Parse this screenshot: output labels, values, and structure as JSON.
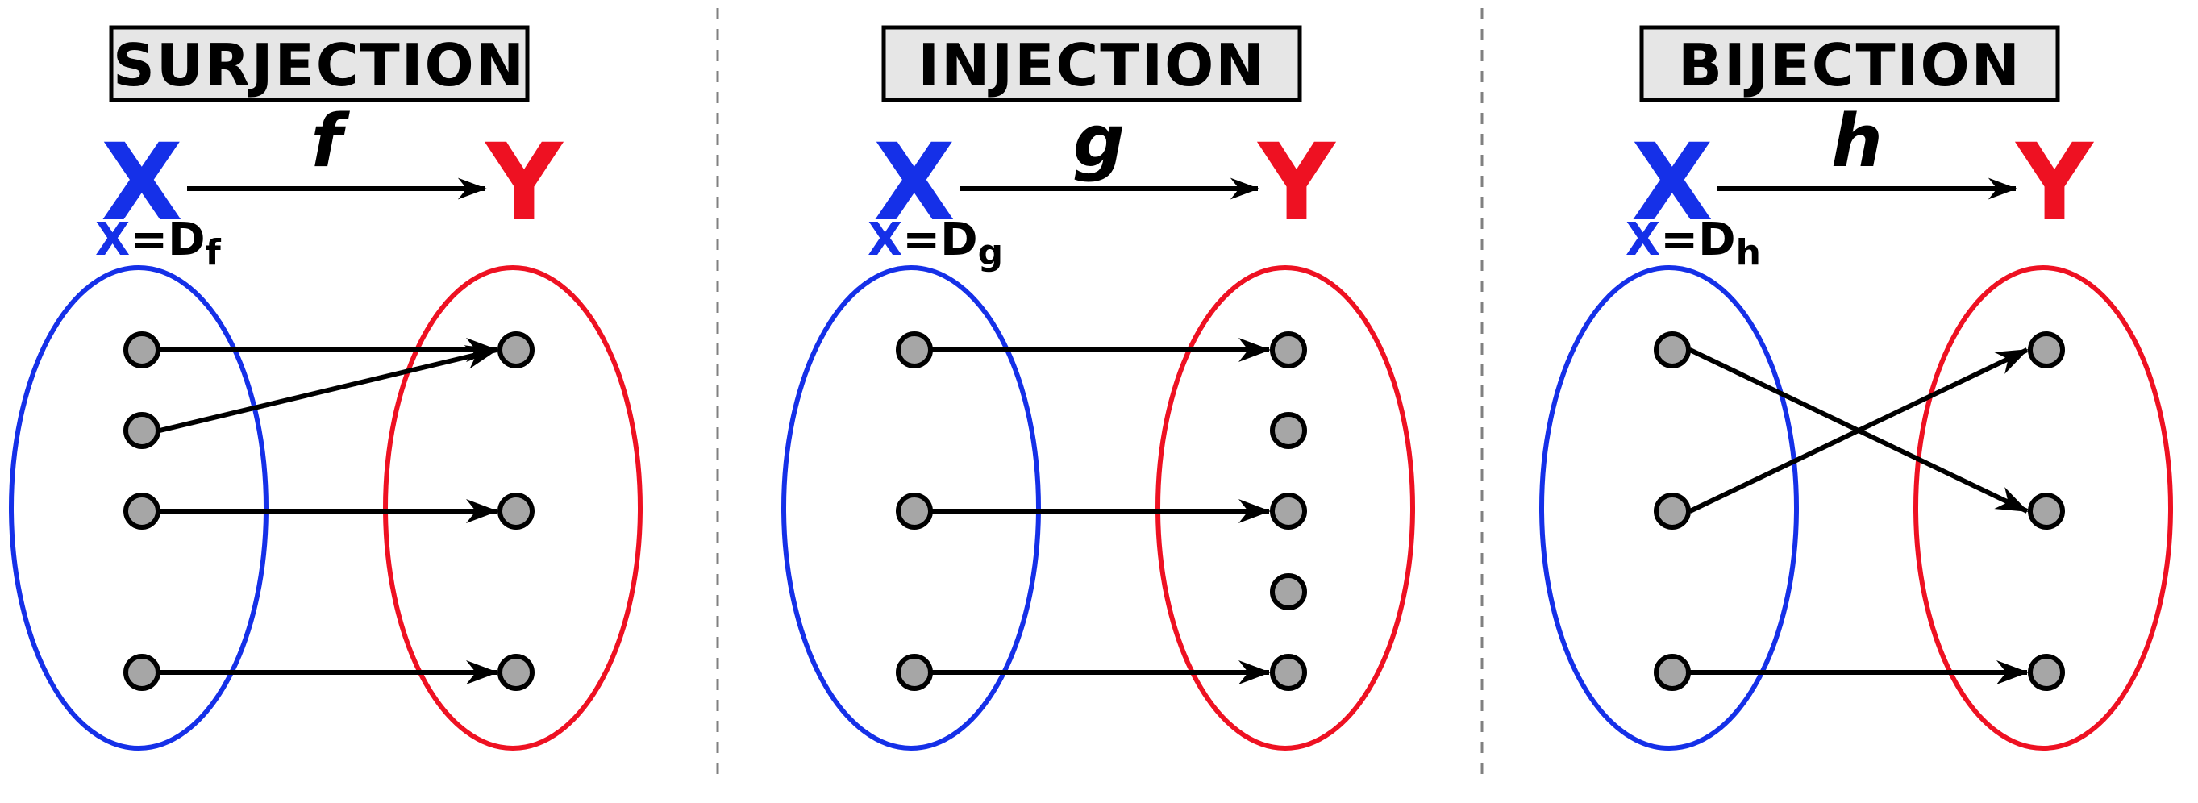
{
  "colors": {
    "domain": "#1530e8",
    "codomain": "#ee1122",
    "title_box": "#e6e6e6",
    "dot_fill": "#a6a6a6",
    "divider": "#808080"
  },
  "panels": [
    {
      "id": "surjection",
      "title": "SURJECTION",
      "domain_label": "X",
      "codomain_label": "Y",
      "function_name": "f",
      "domain_note": {
        "x": "X",
        "eq": "=D",
        "sub": "f"
      },
      "domain_elements": 4,
      "codomain_elements": 3,
      "mapping": [
        [
          0,
          0
        ],
        [
          1,
          0
        ],
        [
          2,
          1
        ],
        [
          3,
          2
        ]
      ]
    },
    {
      "id": "injection",
      "title": "INJECTION",
      "domain_label": "X",
      "codomain_label": "Y",
      "function_name": "g",
      "domain_note": {
        "x": "X",
        "eq": "=D",
        "sub": "g"
      },
      "domain_elements": 3,
      "codomain_elements": 5,
      "mapping": [
        [
          0,
          0
        ],
        [
          1,
          2
        ],
        [
          2,
          4
        ]
      ]
    },
    {
      "id": "bijection",
      "title": "BIJECTION",
      "domain_label": "X",
      "codomain_label": "Y",
      "function_name": "h",
      "domain_note": {
        "x": "X",
        "eq": "=D",
        "sub": "h"
      },
      "domain_elements": 3,
      "codomain_elements": 3,
      "mapping": [
        [
          0,
          1
        ],
        [
          1,
          0
        ],
        [
          2,
          2
        ]
      ]
    }
  ]
}
